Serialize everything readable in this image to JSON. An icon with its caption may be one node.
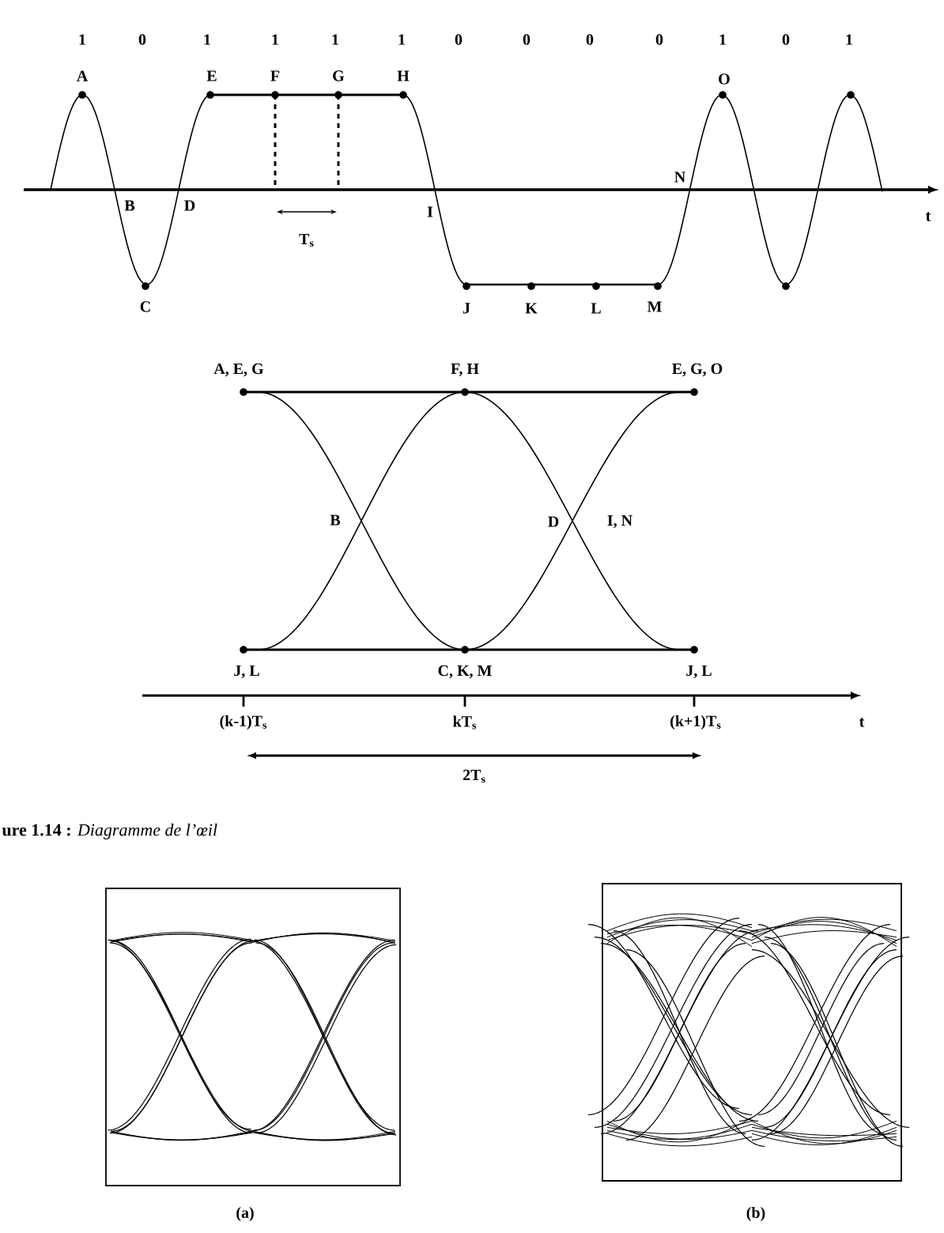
{
  "diagram": {
    "caption": "**ure 1.14 :** *Diagramme de l’œil*",
    "labels": [
      "1",
      "0",
      "1",
      "1",
      "1",
      "1",
      "0",
      "0",
      "0",
      "0",
      "1",
      "0",
      "1",
      "A",
      "E",
      "F",
      "G",
      "H",
      "O",
      "B",
      "D",
      "N",
      "t",
      "I",
      "T$_{s}$",
      "C",
      "J",
      "K",
      "L",
      "M",
      "A, E, G",
      "F, H",
      "E, G, O",
      "B",
      "D",
      "I, N",
      "J, L",
      "C, K, M",
      "J, L",
      "(k-1)T$_{s}$",
      "kT$_{s}$",
      "(k+1)T$_{s}$",
      "t",
      "2T$_{s}$",
      "(a)",
      "(b)"
    ]
  }
}
